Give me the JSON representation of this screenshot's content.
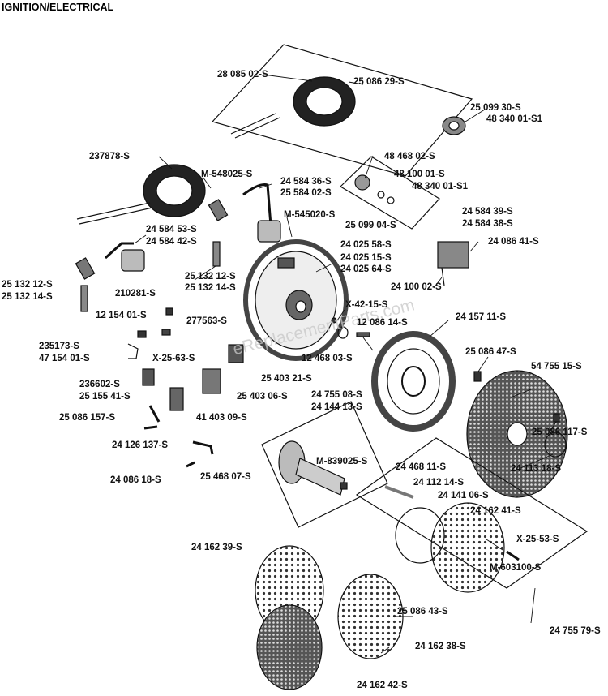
{
  "title": "IGNITION/ELECTRICAL",
  "watermark": "eReplacementParts.com",
  "colors": {
    "ink": "#111111",
    "paper": "#ffffff",
    "watermark": "#c8c8c8"
  },
  "parts": [
    "28 085 02-S",
    "25 086 29-S",
    "25 099 30-S",
    "48 340 01-S1",
    "237878-S",
    "M-548025-S",
    "24 584 36-S",
    "25 584 02-S",
    "48 468 02-S",
    "48 100 01-S",
    "48 340 01-S1",
    "25 099 04-S",
    "M-545020-S",
    "24 584 53-S",
    "24 584 42-S",
    "24 584 39-S",
    "24 584 38-S",
    "24 086 41-S",
    "24 025 58-S",
    "24 025 15-S",
    "24 025 64-S",
    "25 132 12-S",
    "25 132 14-S",
    "25 132 12-S",
    "25 132 14-S",
    "24 100 02-S",
    "210281-S",
    "X-42-15-S",
    "12 154 01-S",
    "277563-S",
    "12 086 14-S",
    "24 157 11-S",
    "235173-S",
    "47 154 01-S",
    "X-25-63-S",
    "12 468 03-S",
    "25 086 47-S",
    "236602-S",
    "25 155 41-S",
    "25 403 21-S",
    "54 755 15-S",
    "25 403 06-S",
    "24 755 08-S",
    "24 144 13-S",
    "25 086 157-S",
    "41 403 09-S",
    "25 086 117-S",
    "24 126 137-S",
    "M-839025-S",
    "24 113 18-S",
    "24 086 18-S",
    "25 468 07-S",
    "24 468 11-S",
    "24 112 14-S",
    "24 141 06-S",
    "24 162 41-S",
    "24 162 39-S",
    "X-25-53-S",
    "M-603100-S",
    "25 086 43-S",
    "24 755 79-S",
    "24 162 38-S",
    "24 162 42-S"
  ]
}
